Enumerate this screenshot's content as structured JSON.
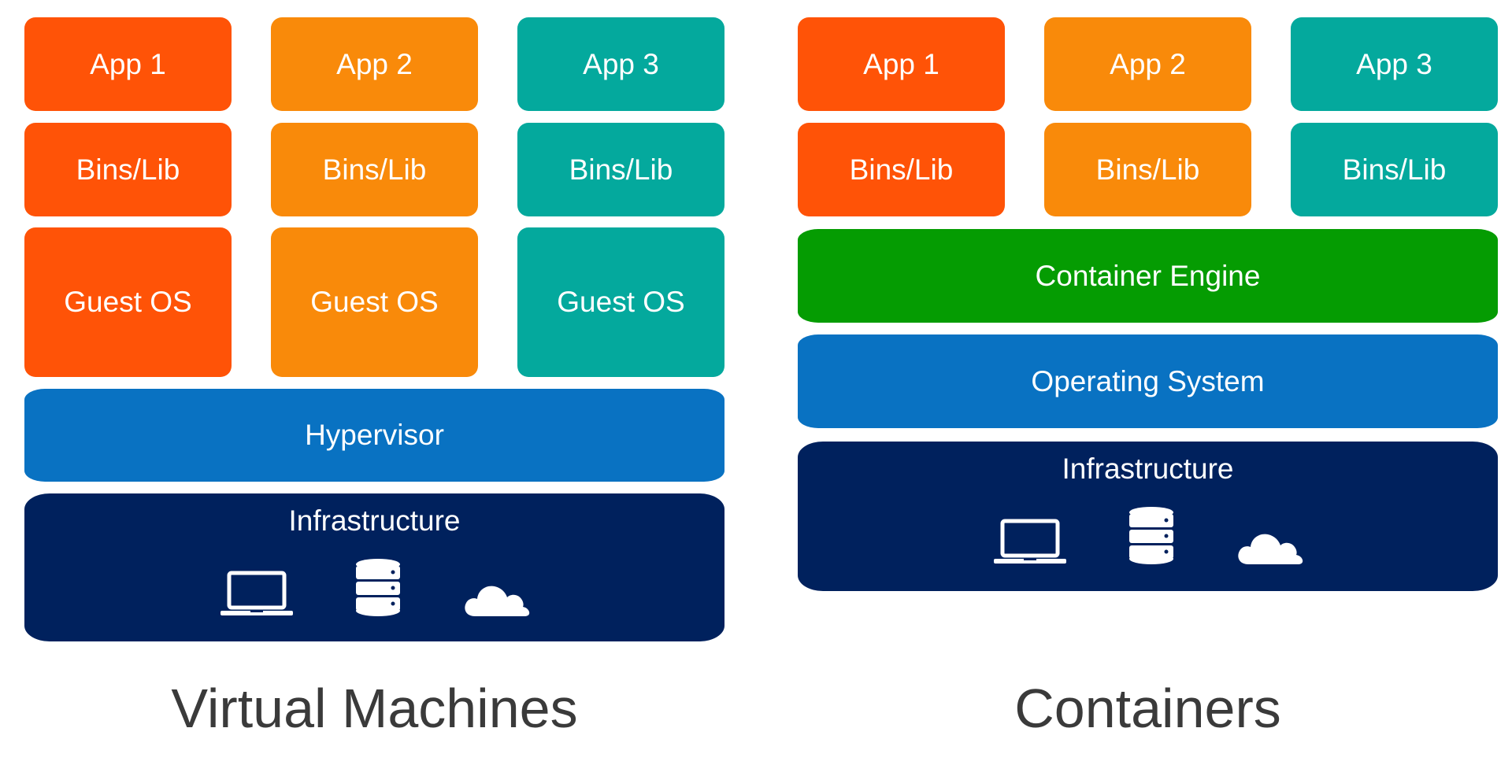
{
  "colors": {
    "app1": "#ff5307",
    "app2": "#f98a0a",
    "app3": "#04a99d",
    "container_engine": "#059c02",
    "hypervisor_os": "#0972c2",
    "infrastructure": "#00215d",
    "caption": "#3a3a3a"
  },
  "virtual_machines": {
    "caption": "Virtual Machines",
    "apps": [
      "App 1",
      "App 2",
      "App 3"
    ],
    "bins": [
      "Bins/Lib",
      "Bins/Lib",
      "Bins/Lib"
    ],
    "guest_os": [
      "Guest OS",
      "Guest OS",
      "Guest OS"
    ],
    "hypervisor": "Hypervisor",
    "infrastructure": "Infrastructure",
    "icons": [
      "laptop-icon",
      "database-icon",
      "cloud-icon"
    ]
  },
  "containers": {
    "caption": "Containers",
    "apps": [
      "App 1",
      "App 2",
      "App 3"
    ],
    "bins": [
      "Bins/Lib",
      "Bins/Lib",
      "Bins/Lib"
    ],
    "container_engine": "Container Engine",
    "operating_system": "Operating System",
    "infrastructure": "Infrastructure",
    "icons": [
      "laptop-icon",
      "database-icon",
      "cloud-icon"
    ]
  }
}
